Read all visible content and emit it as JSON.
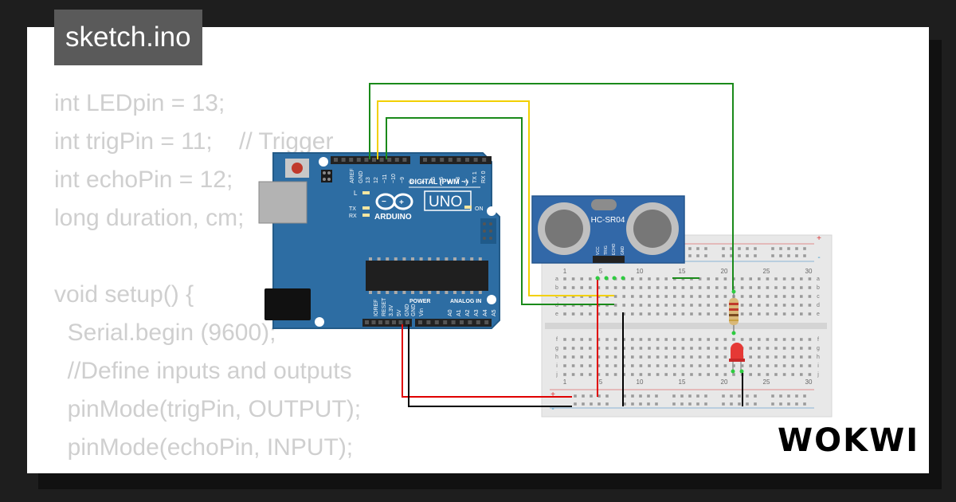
{
  "file_tab": {
    "label": "sketch.ino"
  },
  "code_lines": [
    "int LEDpin = 13;",
    "int trigPin = 11;    // Trigger",
    "int echoPin = 12;",
    "long duration, cm;",
    "",
    "void setup() {",
    "  Serial.begin (9600);",
    "  //Define inputs and outputs",
    "  pinMode(trigPin, OUTPUT);",
    "  pinMode(echoPin, INPUT);",
    "}"
  ],
  "arduino": {
    "brand": "ARDUINO",
    "model": "UNO",
    "digital_label": "DIGITAL (PWM ~)",
    "power_label": "POWER",
    "analog_label": "ANALOG IN",
    "on_label": "ON",
    "led_l": "L",
    "led_tx": "TX",
    "led_rx": "RX",
    "top_pins": [
      "AREF",
      "GND",
      "13",
      "12",
      "~11",
      "~10",
      "~9",
      "8",
      "7",
      "~6",
      "~5",
      "4",
      "~3",
      "2",
      "TX 1",
      "RX 0"
    ],
    "bottom_pins": [
      "IOREF",
      "RESET",
      "3.3V",
      "5V",
      "GND",
      "GND",
      "Vin",
      "A0",
      "A1",
      "A2",
      "A3",
      "A4",
      "A5"
    ]
  },
  "sensor": {
    "name": "HC-SR04",
    "pins": [
      "VCC",
      "TRIG",
      "ECHO",
      "GND"
    ]
  },
  "breadboard": {
    "column_numbers": [
      "1",
      "5",
      "10",
      "15",
      "20",
      "25",
      "30"
    ],
    "top_rows": [
      "a",
      "b",
      "c",
      "d",
      "e"
    ],
    "bottom_rows": [
      "f",
      "g",
      "h",
      "i",
      "j"
    ],
    "rail_plus": "+",
    "rail_minus": "-"
  },
  "colors": {
    "board": "#2d6da3",
    "wire_green": "#1a8a1a",
    "wire_yellow": "#f2d000",
    "wire_red": "#e00000",
    "wire_black": "#000000",
    "led": "#e53935"
  },
  "brand_logo": {
    "text": "WOKWI"
  }
}
